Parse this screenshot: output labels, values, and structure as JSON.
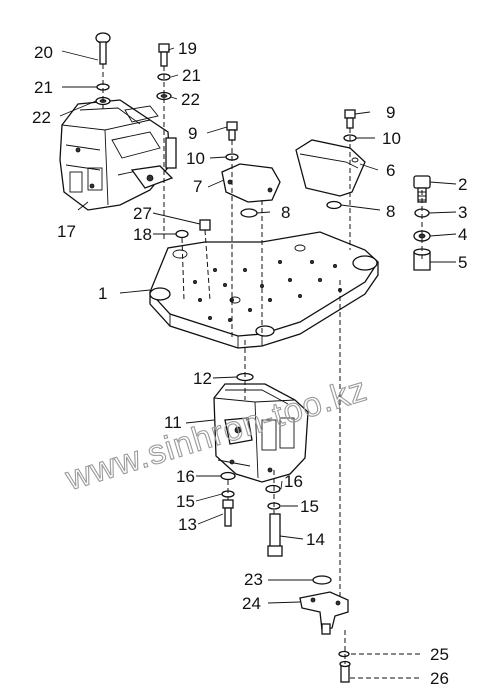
{
  "watermark": "www.sinhron-too.kz",
  "callouts": [
    {
      "id": "c1",
      "label": "1"
    },
    {
      "id": "c2",
      "label": "2"
    },
    {
      "id": "c3",
      "label": "3"
    },
    {
      "id": "c4",
      "label": "4"
    },
    {
      "id": "c5",
      "label": "5"
    },
    {
      "id": "c6",
      "label": "6"
    },
    {
      "id": "c7",
      "label": "7"
    },
    {
      "id": "c8a",
      "label": "8"
    },
    {
      "id": "c8b",
      "label": "8"
    },
    {
      "id": "c9a",
      "label": "9"
    },
    {
      "id": "c9b",
      "label": "9"
    },
    {
      "id": "c10a",
      "label": "10"
    },
    {
      "id": "c10b",
      "label": "10"
    },
    {
      "id": "c11",
      "label": "11"
    },
    {
      "id": "c12",
      "label": "12"
    },
    {
      "id": "c13",
      "label": "13"
    },
    {
      "id": "c14",
      "label": "14"
    },
    {
      "id": "c15a",
      "label": "15"
    },
    {
      "id": "c15b",
      "label": "15"
    },
    {
      "id": "c16a",
      "label": "16"
    },
    {
      "id": "c16b",
      "label": "16"
    },
    {
      "id": "c17",
      "label": "17"
    },
    {
      "id": "c18",
      "label": "18"
    },
    {
      "id": "c19",
      "label": "19"
    },
    {
      "id": "c20",
      "label": "20"
    },
    {
      "id": "c21a",
      "label": "21"
    },
    {
      "id": "c21b",
      "label": "21"
    },
    {
      "id": "c22a",
      "label": "22"
    },
    {
      "id": "c22b",
      "label": "22"
    },
    {
      "id": "c23",
      "label": "23"
    },
    {
      "id": "c24",
      "label": "24"
    },
    {
      "id": "c25",
      "label": "25"
    },
    {
      "id": "c26",
      "label": "26"
    },
    {
      "id": "c27",
      "label": "27"
    }
  ]
}
